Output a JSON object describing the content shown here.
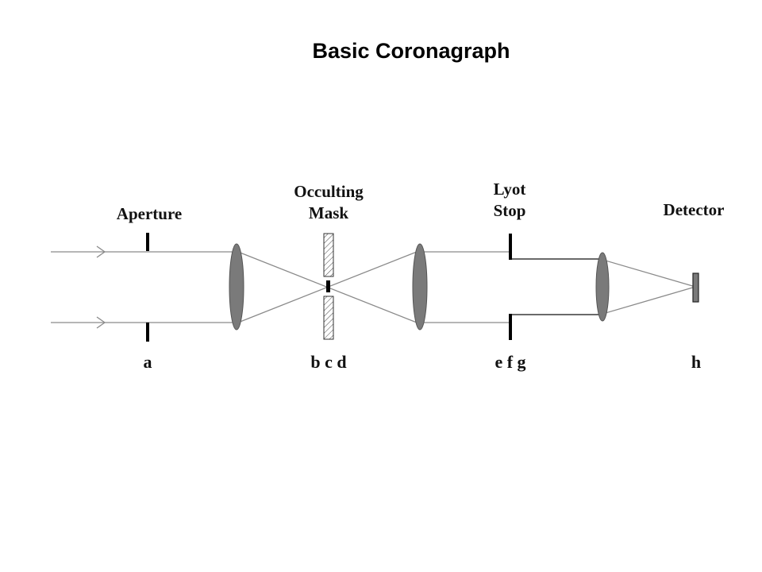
{
  "title": "Basic Coronagraph",
  "labels": {
    "aperture": "Aperture",
    "occulting_1": "Occulting",
    "occulting_2": "Mask",
    "lyot_1": "Lyot",
    "lyot_2": "Stop",
    "detector": "Detector"
  },
  "planes": {
    "a": "a",
    "bcd": "b c d",
    "efg": "e f g",
    "h": "h"
  },
  "colors": {
    "beam": "#8a8a8a",
    "lens_fill": "#7a7a7a",
    "stop": "#000000"
  }
}
